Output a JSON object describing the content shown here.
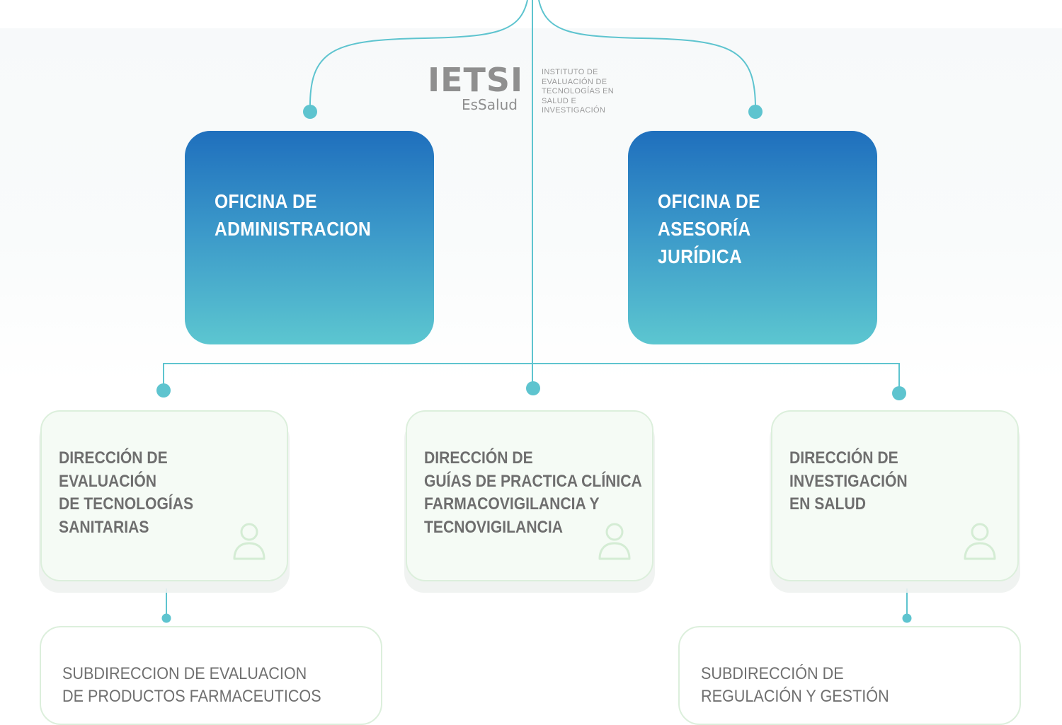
{
  "logo": {
    "main": "IETSI",
    "sub": "EsSalud",
    "text_lines": [
      "INSTITUTO DE",
      "EVALUACIÓN DE",
      "TECNOLOGÍAS EN",
      "SALUD E",
      "INVESTIGACIÓN"
    ]
  },
  "offices": {
    "administracion": {
      "lines": [
        "OFICINA DE",
        "ADMINISTRACION"
      ]
    },
    "asesoria": {
      "lines": [
        "OFICINA DE",
        "ASESORÍA",
        "JURÍDICA"
      ]
    }
  },
  "directions": {
    "evaluacion": {
      "lines": [
        "DIRECCIÓN DE",
        "EVALUACIÓN",
        "DE TECNOLOGÍAS",
        "SANITARIAS"
      ]
    },
    "guias": {
      "lines": [
        "DIRECCIÓN DE",
        "GUÍAS DE PRACTICA CLÍNICA",
        "FARMACOVIGILANCIA Y",
        "TECNOVIGILANCIA"
      ]
    },
    "investigacion": {
      "lines": [
        "DIRECCIÓN DE",
        "INVESTIGACIÓN",
        "EN SALUD"
      ]
    }
  },
  "subdirections": {
    "evaluacion": {
      "lines": [
        "SUBDIRECCION DE EVALUACION",
        "DE PRODUCTOS FARMACEUTICOS"
      ]
    },
    "regulacion": {
      "lines": [
        "SUBDIRECCIÓN DE",
        "REGULACIÓN Y GESTIÓN"
      ]
    }
  },
  "colors": {
    "connector": "#5ec4cf",
    "office_gradient_top": "#1f6fbd",
    "office_gradient_bottom": "#5cc6d0",
    "card_border": "#dcefdc",
    "icon": "#d4ecd4"
  },
  "icons": {
    "direction_card": "person-icon"
  }
}
